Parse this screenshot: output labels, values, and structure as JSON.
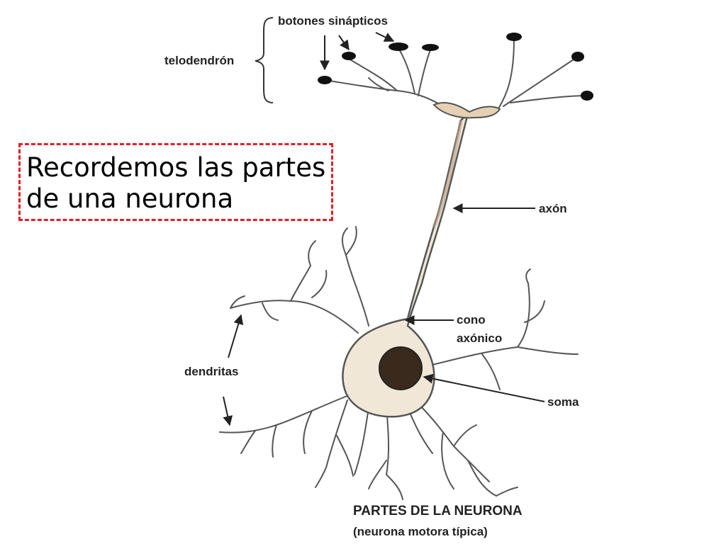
{
  "callout": {
    "line1": "Recordemos las partes",
    "line2": "de una neurona"
  },
  "labels": {
    "botones": "botones sinápticos",
    "telodendron": "telodendrón",
    "axon": "axón",
    "cono_line1": "cono",
    "cono_line2": "axónico",
    "dendritas": "dendritas",
    "soma": "soma",
    "title": "PARTES DE LA NEURONA",
    "subtitle": "(neurona motora típica)"
  },
  "colors": {
    "membrane": "#e6d0b4",
    "soma_fill": "#f1e7d7",
    "outline": "#555555",
    "nucleus": "#3a2a1d",
    "bouton": "#111111",
    "callout_border": "#e0202a"
  }
}
